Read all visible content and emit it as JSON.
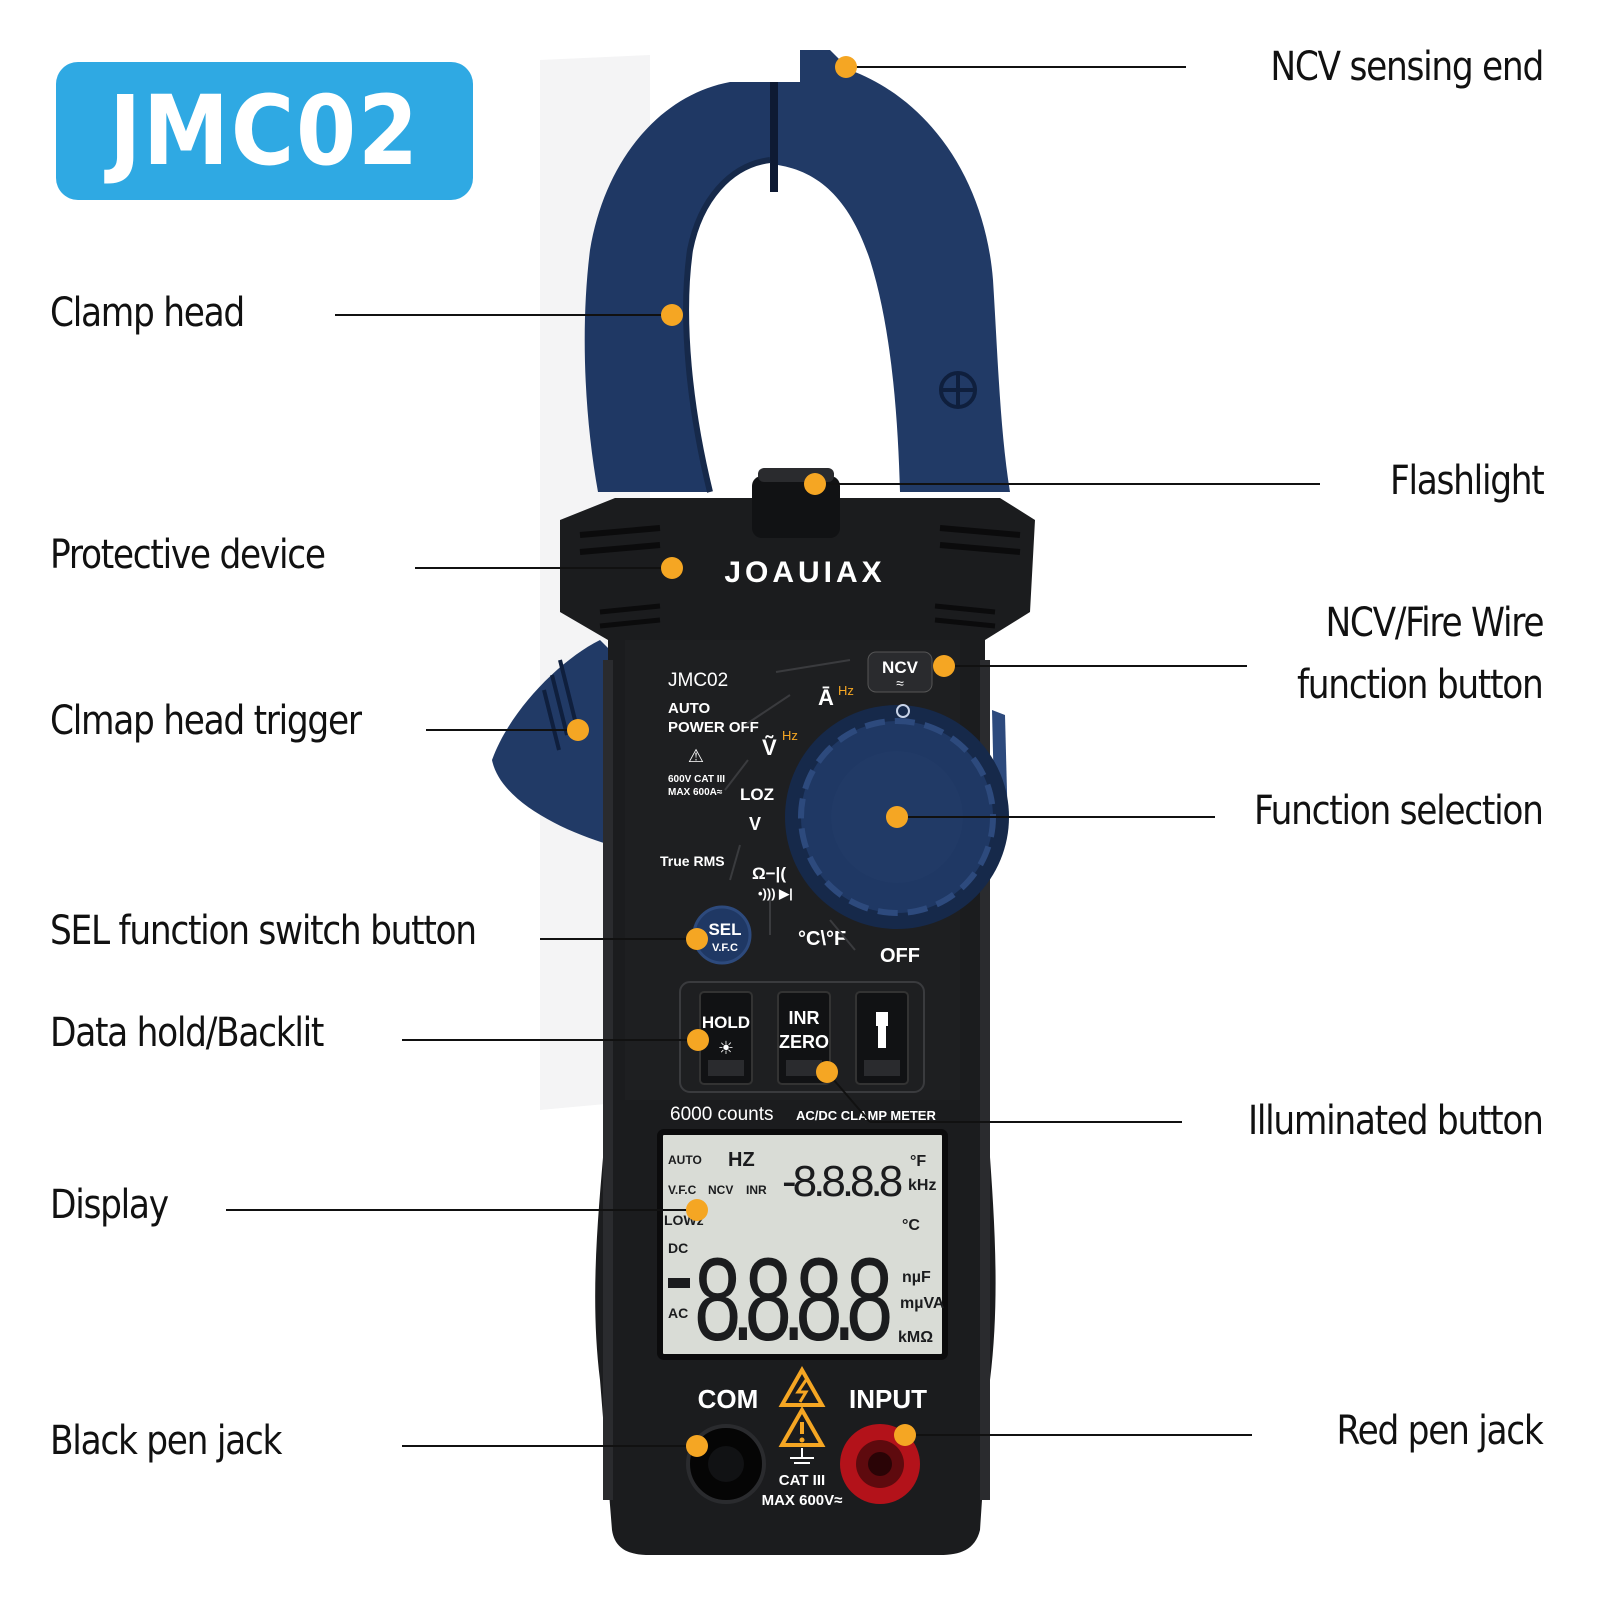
{
  "badge": {
    "model": "JMC02",
    "color": "#2fa9e3"
  },
  "device": {
    "brand": "JOAUIAX",
    "model": "JMC02",
    "auto_power_off_1": "AUTO",
    "auto_power_off_2": "POWER OFF",
    "rating_1": "600V CAT III",
    "rating_2": "MAX 600A≈",
    "true_rms": "True RMS",
    "counts": "6000 counts",
    "counts_sub": "AC/DC CLAMP METER",
    "dial": {
      "ncv": "NCV",
      "a_hz": "Ā",
      "hz": "Hz",
      "v_hz": "Ṽ",
      "loz": "LOZ",
      "ohm": "Ω−|(",
      "diode": "•))) ▶|",
      "temp": "°C\\°F",
      "off": "OFF"
    },
    "sel_button": {
      "line1": "SEL",
      "line2": "V.F.C"
    },
    "buttons": [
      {
        "line1": "HOLD",
        "line2": "☀"
      },
      {
        "line1": "INR",
        "line2": "ZERO"
      },
      {
        "line1": "",
        "line2": "flashlight-icon"
      }
    ],
    "display": {
      "auto": "AUTO",
      "hz": "HZ",
      "small_digits": "-8.8.8.8",
      "f_unit": "°F",
      "khz": "kHz",
      "vfc": "V.F.C",
      "ncv": "NCV",
      "inr": "INR",
      "loz": "LOWz",
      "dc": "DC",
      "ac": "AC",
      "big_digits": "8.8.8.8",
      "c_unit": "°C",
      "nuf": "nµF",
      "mva": "mµVA",
      "kmohm": "kMΩ"
    },
    "jacks": {
      "com": "COM",
      "input": "INPUT",
      "cat": "CAT III",
      "max": "MAX 600V≈"
    },
    "colors": {
      "body": "#1b1c1e",
      "clamp": "#1f3864",
      "accent_orange": "#f5a623",
      "lcd": "#d9dcd6",
      "red_jack": "#b3121a"
    }
  },
  "callouts": {
    "ncv_end": "NCV sensing end",
    "clamp_head": "Clamp head",
    "flashlight": "Flashlight",
    "protective": "Protective device",
    "ncv_button_1": "NCV/Fire Wire",
    "ncv_button_2": "function button",
    "trigger": "Clmap head trigger",
    "function_selection": "Function selection",
    "sel_button": "SEL function switch button",
    "data_hold": "Data hold/Backlit",
    "illuminated": "Illuminated button",
    "display": "Display",
    "black_jack": "Black pen jack",
    "red_jack": "Red pen jack"
  }
}
